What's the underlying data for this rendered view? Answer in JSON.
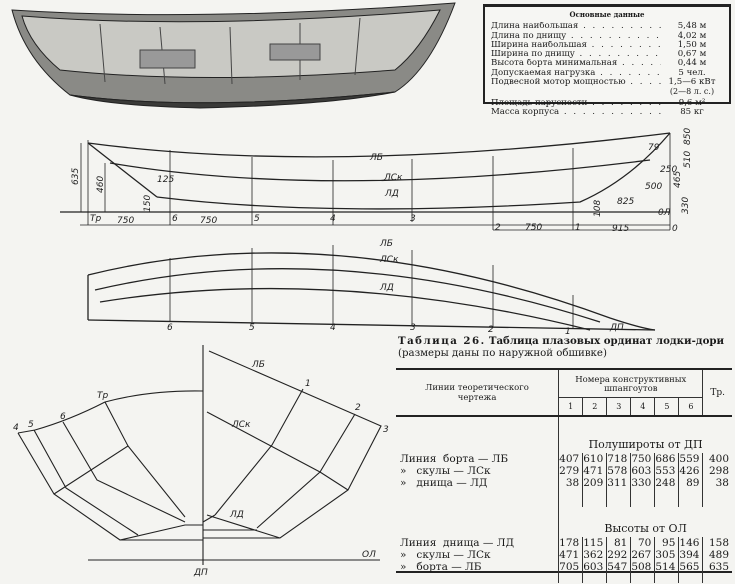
{
  "basic_data": {
    "title": "Основные данные",
    "rows": [
      {
        "label": "Длина наибольшая",
        "value": "5,48 м"
      },
      {
        "label": "Длина по днищу",
        "value": "4,02 м"
      },
      {
        "label": "Ширина наибольшая",
        "value": "1,50 м"
      },
      {
        "label": "Ширина по днищу",
        "value": "0,67 м"
      },
      {
        "label": "Высота борта минимальная",
        "value": "0,44 м"
      },
      {
        "label": "Допускаемая нагрузка",
        "value": "5 чел."
      },
      {
        "label": "Подвесной мотор мощностью",
        "value": "1,5—6 кВт"
      },
      {
        "label": "",
        "value": "(2—8 л. с.)"
      },
      {
        "label": "Площадь парусности",
        "value": "9,6 м²"
      },
      {
        "label": "Масса корпуса",
        "value": "85 кг"
      }
    ]
  },
  "side_view": {
    "lines": [
      "ЛБ",
      "ЛСк",
      "ЛД"
    ],
    "stations": [
      "Тр",
      "6",
      "5",
      "4",
      "3",
      "2",
      "1",
      "0"
    ],
    "dims": [
      "635",
      "460",
      "125",
      "150",
      "750",
      "750",
      "750",
      "915",
      "79",
      "850",
      "510",
      "250",
      "465",
      "500",
      "825",
      "108",
      "330",
      "0Л"
    ]
  },
  "plan_view": {
    "lines": [
      "ЛБ",
      "ЛСк",
      "ЛД",
      "ДП"
    ],
    "stations": [
      "6",
      "5",
      "4",
      "3",
      "2",
      "1"
    ]
  },
  "body_plan": {
    "left_labels": [
      "4",
      "5",
      "6",
      "Тр"
    ],
    "right_labels": [
      "ЛБ",
      "1",
      "2",
      "3",
      "ЛСк",
      "ЛД"
    ],
    "ol": "ОЛ",
    "dp": "ДП"
  },
  "caption": {
    "number": "Таблица 26.",
    "title": "Таблица плазовых ординат лодки-дори",
    "note": "(размеры даны по наружной обшивке)"
  },
  "table": {
    "col_header": "Линии теоретического чертежа",
    "group_header": "Номера конструктивных шпангоутов",
    "cols": [
      "1",
      "2",
      "3",
      "4",
      "5",
      "6"
    ],
    "tr": "Тр.",
    "sections": [
      {
        "title": "Полуширoты от ДП",
        "rows": [
          {
            "label": "Линия  борта — ЛБ",
            "values": [
              "407",
              "610",
              "718",
              "750",
              "686",
              "559",
              "400"
            ]
          },
          {
            "label": "»   скулы — ЛСк",
            "values": [
              "279",
              "471",
              "578",
              "603",
              "553",
              "426",
              "298"
            ]
          },
          {
            "label": "»   днища — ЛД",
            "values": [
              "38",
              "209",
              "311",
              "330",
              "248",
              "89",
              "38"
            ]
          }
        ]
      },
      {
        "title": "Высоты от ОЛ",
        "rows": [
          {
            "label": "Линия  днища — ЛД",
            "values": [
              "178",
              "115",
              "81",
              "70",
              "95",
              "146",
              "158"
            ]
          },
          {
            "label": "»   скулы — ЛСк",
            "values": [
              "471",
              "362",
              "292",
              "267",
              "305",
              "394",
              "489"
            ]
          },
          {
            "label": "»   борта — ЛБ",
            "values": [
              "705",
              "603",
              "547",
              "508",
              "514",
              "565",
              "635"
            ]
          }
        ]
      }
    ]
  }
}
